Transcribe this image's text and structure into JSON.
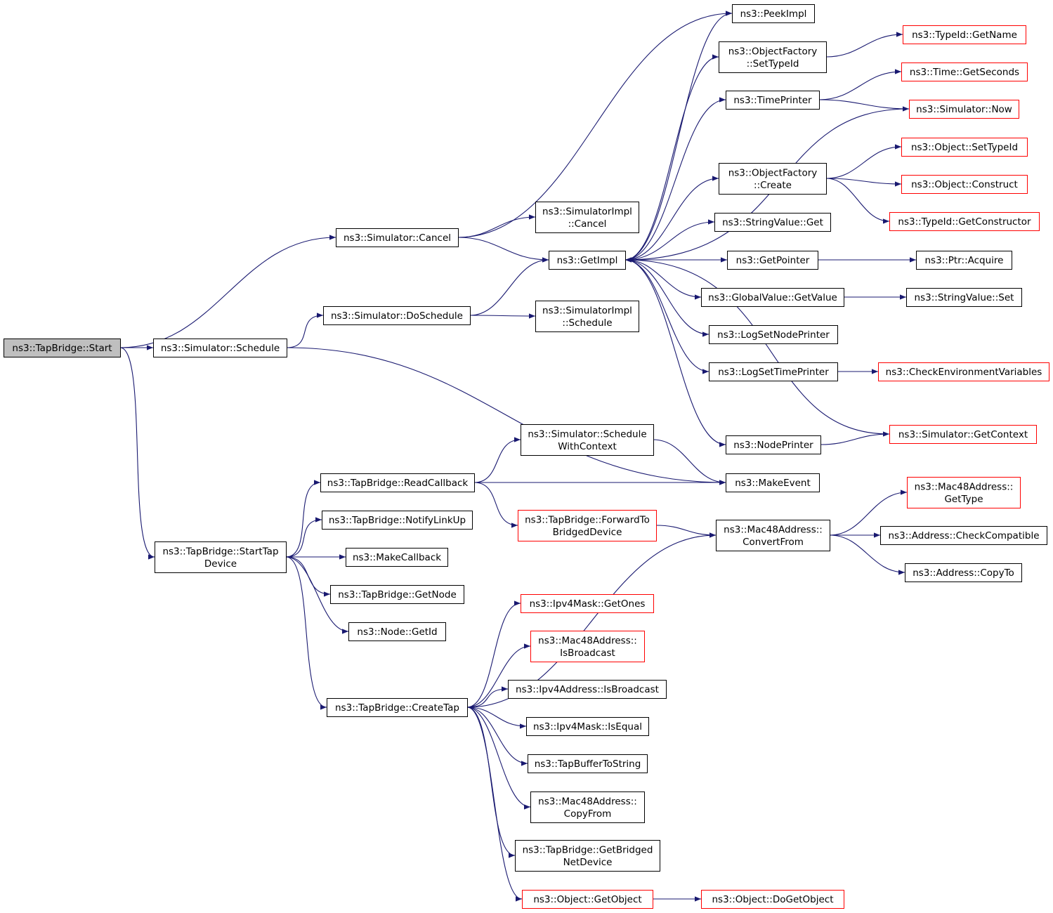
{
  "colors": {
    "edge": "#191970",
    "border_normal": "#000000",
    "border_external": "#ff0000",
    "fill_root": "#bfbfbf",
    "fill_normal": "#ffffff"
  },
  "nodes": [
    {
      "id": "start",
      "lines": [
        "ns3::TapBridge::Start"
      ],
      "kind": "root"
    },
    {
      "id": "sched",
      "lines": [
        "ns3::Simulator::Schedule"
      ],
      "kind": "normal"
    },
    {
      "id": "cancel",
      "lines": [
        "ns3::Simulator::Cancel"
      ],
      "kind": "normal"
    },
    {
      "id": "dosched",
      "lines": [
        "ns3::Simulator::DoSchedule"
      ],
      "kind": "normal"
    },
    {
      "id": "starttap",
      "lines": [
        "ns3::TapBridge::StartTap",
        "Device"
      ],
      "kind": "normal"
    },
    {
      "id": "peekimpl",
      "lines": [
        "ns3::PeekImpl"
      ],
      "kind": "normal"
    },
    {
      "id": "simimplcancel",
      "lines": [
        "ns3::SimulatorImpl",
        "::Cancel"
      ],
      "kind": "normal"
    },
    {
      "id": "getimpl",
      "lines": [
        "ns3::GetImpl"
      ],
      "kind": "normal"
    },
    {
      "id": "simimplsched",
      "lines": [
        "ns3::SimulatorImpl",
        "::Schedule"
      ],
      "kind": "normal"
    },
    {
      "id": "makeevent",
      "lines": [
        "ns3::MakeEvent"
      ],
      "kind": "normal"
    },
    {
      "id": "readcb",
      "lines": [
        "ns3::TapBridge::ReadCallback"
      ],
      "kind": "normal"
    },
    {
      "id": "notify",
      "lines": [
        "ns3::TapBridge::NotifyLinkUp"
      ],
      "kind": "normal"
    },
    {
      "id": "makecb",
      "lines": [
        "ns3::MakeCallback"
      ],
      "kind": "normal"
    },
    {
      "id": "getnode",
      "lines": [
        "ns3::TapBridge::GetNode"
      ],
      "kind": "normal"
    },
    {
      "id": "getid",
      "lines": [
        "ns3::Node::GetId"
      ],
      "kind": "normal"
    },
    {
      "id": "createtap",
      "lines": [
        "ns3::TapBridge::CreateTap"
      ],
      "kind": "normal"
    },
    {
      "id": "schedctx",
      "lines": [
        "ns3::Simulator::Schedule",
        "WithContext"
      ],
      "kind": "normal"
    },
    {
      "id": "forward",
      "lines": [
        "ns3::TapBridge::ForwardTo",
        "BridgedDevice"
      ],
      "kind": "external"
    },
    {
      "id": "ofsettype",
      "lines": [
        "ns3::ObjectFactory",
        "::SetTypeId"
      ],
      "kind": "normal"
    },
    {
      "id": "timeprinter",
      "lines": [
        "ns3::TimePrinter"
      ],
      "kind": "normal"
    },
    {
      "id": "ofcreate",
      "lines": [
        "ns3::ObjectFactory",
        "::Create"
      ],
      "kind": "normal"
    },
    {
      "id": "svget",
      "lines": [
        "ns3::StringValue::Get"
      ],
      "kind": "normal"
    },
    {
      "id": "getptr",
      "lines": [
        "ns3::GetPointer"
      ],
      "kind": "normal"
    },
    {
      "id": "gvget",
      "lines": [
        "ns3::GlobalValue::GetValue"
      ],
      "kind": "normal"
    },
    {
      "id": "lognode",
      "lines": [
        "ns3::LogSetNodePrinter"
      ],
      "kind": "normal"
    },
    {
      "id": "logtime",
      "lines": [
        "ns3::LogSetTimePrinter"
      ],
      "kind": "normal"
    },
    {
      "id": "nodeprinter",
      "lines": [
        "ns3::NodePrinter"
      ],
      "kind": "normal"
    },
    {
      "id": "convfrom",
      "lines": [
        "ns3::Mac48Address::",
        "ConvertFrom"
      ],
      "kind": "normal"
    },
    {
      "id": "getones",
      "lines": [
        "ns3::Ipv4Mask::GetOnes"
      ],
      "kind": "external"
    },
    {
      "id": "macbcast",
      "lines": [
        "ns3::Mac48Address::",
        "IsBroadcast"
      ],
      "kind": "external"
    },
    {
      "id": "ipv4bcast",
      "lines": [
        "ns3::Ipv4Address::IsBroadcast"
      ],
      "kind": "normal"
    },
    {
      "id": "isequal",
      "lines": [
        "ns3::Ipv4Mask::IsEqual"
      ],
      "kind": "normal"
    },
    {
      "id": "tapbuf",
      "lines": [
        "ns3::TapBufferToString"
      ],
      "kind": "normal"
    },
    {
      "id": "copyfrom",
      "lines": [
        "ns3::Mac48Address::",
        "CopyFrom"
      ],
      "kind": "normal"
    },
    {
      "id": "getbridged",
      "lines": [
        "ns3::TapBridge::GetBridged",
        "NetDevice"
      ],
      "kind": "normal"
    },
    {
      "id": "getobject",
      "lines": [
        "ns3::Object::GetObject"
      ],
      "kind": "external"
    },
    {
      "id": "dogetobject",
      "lines": [
        "ns3::Object::DoGetObject"
      ],
      "kind": "external"
    },
    {
      "id": "typegetname",
      "lines": [
        "ns3::TypeId::GetName"
      ],
      "kind": "external"
    },
    {
      "id": "timegetsec",
      "lines": [
        "ns3::Time::GetSeconds"
      ],
      "kind": "external"
    },
    {
      "id": "simnow",
      "lines": [
        "ns3::Simulator::Now"
      ],
      "kind": "external"
    },
    {
      "id": "objsettype",
      "lines": [
        "ns3::Object::SetTypeId"
      ],
      "kind": "external"
    },
    {
      "id": "objconstruct",
      "lines": [
        "ns3::Object::Construct"
      ],
      "kind": "external"
    },
    {
      "id": "typegetctor",
      "lines": [
        "ns3::TypeId::GetConstructor"
      ],
      "kind": "external"
    },
    {
      "id": "ptracquire",
      "lines": [
        "ns3::Ptr::Acquire"
      ],
      "kind": "normal"
    },
    {
      "id": "svset",
      "lines": [
        "ns3::StringValue::Set"
      ],
      "kind": "normal"
    },
    {
      "id": "checkenv",
      "lines": [
        "ns3::CheckEnvironmentVariables"
      ],
      "kind": "external"
    },
    {
      "id": "simgetctx",
      "lines": [
        "ns3::Simulator::GetContext"
      ],
      "kind": "external"
    },
    {
      "id": "macgettype",
      "lines": [
        "ns3::Mac48Address::",
        "GetType"
      ],
      "kind": "external"
    },
    {
      "id": "addrcheck",
      "lines": [
        "ns3::Address::CheckCompatible"
      ],
      "kind": "normal"
    },
    {
      "id": "addrcopyto",
      "lines": [
        "ns3::Address::CopyTo"
      ],
      "kind": "normal"
    }
  ],
  "edges": [
    [
      "start",
      "sched"
    ],
    [
      "start",
      "cancel"
    ],
    [
      "start",
      "starttap"
    ],
    [
      "sched",
      "dosched"
    ],
    [
      "sched",
      "makeevent"
    ],
    [
      "cancel",
      "peekimpl"
    ],
    [
      "cancel",
      "simimplcancel"
    ],
    [
      "cancel",
      "getimpl"
    ],
    [
      "dosched",
      "getimpl"
    ],
    [
      "dosched",
      "simimplsched"
    ],
    [
      "getimpl",
      "peekimpl"
    ],
    [
      "getimpl",
      "ofsettype"
    ],
    [
      "getimpl",
      "timeprinter"
    ],
    [
      "getimpl",
      "ofcreate"
    ],
    [
      "getimpl",
      "svget"
    ],
    [
      "getimpl",
      "getptr"
    ],
    [
      "getimpl",
      "gvget"
    ],
    [
      "getimpl",
      "lognode"
    ],
    [
      "getimpl",
      "logtime"
    ],
    [
      "getimpl",
      "nodeprinter"
    ],
    [
      "simnow",
      "getimpl"
    ],
    [
      "simgetctx",
      "getimpl"
    ],
    [
      "ofsettype",
      "typegetname"
    ],
    [
      "timeprinter",
      "timegetsec"
    ],
    [
      "timeprinter",
      "simnow"
    ],
    [
      "ofcreate",
      "objsettype"
    ],
    [
      "ofcreate",
      "objconstruct"
    ],
    [
      "ofcreate",
      "typegetctor"
    ],
    [
      "getptr",
      "ptracquire"
    ],
    [
      "gvget",
      "svset"
    ],
    [
      "logtime",
      "checkenv"
    ],
    [
      "nodeprinter",
      "simgetctx"
    ],
    [
      "starttap",
      "readcb"
    ],
    [
      "starttap",
      "notify"
    ],
    [
      "starttap",
      "makecb"
    ],
    [
      "starttap",
      "getnode"
    ],
    [
      "starttap",
      "getid"
    ],
    [
      "starttap",
      "createtap"
    ],
    [
      "readcb",
      "schedctx"
    ],
    [
      "readcb",
      "makeevent"
    ],
    [
      "readcb",
      "forward"
    ],
    [
      "schedctx",
      "makeevent"
    ],
    [
      "forward",
      "convfrom"
    ],
    [
      "convfrom",
      "macgettype"
    ],
    [
      "convfrom",
      "addrcheck"
    ],
    [
      "convfrom",
      "addrcopyto"
    ],
    [
      "createtap",
      "convfrom"
    ],
    [
      "createtap",
      "getones"
    ],
    [
      "createtap",
      "macbcast"
    ],
    [
      "createtap",
      "ipv4bcast"
    ],
    [
      "createtap",
      "isequal"
    ],
    [
      "createtap",
      "tapbuf"
    ],
    [
      "createtap",
      "copyfrom"
    ],
    [
      "createtap",
      "getbridged"
    ],
    [
      "createtap",
      "getobject"
    ],
    [
      "getobject",
      "dogetobject"
    ]
  ]
}
